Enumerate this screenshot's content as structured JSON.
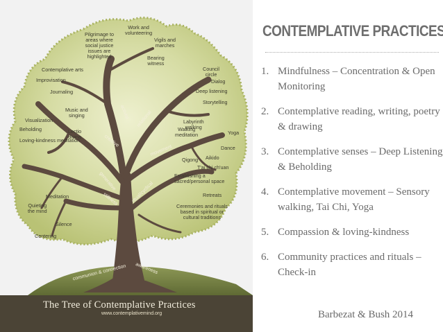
{
  "tree": {
    "labels": {
      "work": "Work and\nvolunteering",
      "pilgrimage": "Pilgrimage to\nareas where\nsocial justice\nissues are\nhighlighted",
      "vigils": "Vigils and\nmarches",
      "bearing": "Bearing\nwitness",
      "council": "Council\ncircle",
      "dialog": "Dialog",
      "deep_listening": "Deep listening",
      "storytelling": "Storytelling",
      "contemplative_arts": "Contemplative arts",
      "improvisation": "Improvisation",
      "journaling": "Journaling",
      "music": "Music and\nsinging",
      "visualization": "Visualization",
      "lectio": "Lectio\ndivina",
      "beholding": "Beholding",
      "loving_kindness": "Loving-kindness meditation",
      "labyrinth": "Labyrinth\nwalking",
      "walking_meditation": "Walking\nmeditation",
      "yoga": "Yoga",
      "dance": "Dance",
      "aikido": "Aikido",
      "qigong": "Qigong",
      "taichi": "T'ai chi ch'uan",
      "sacred_space": "Establishing a\nsacred/personal space",
      "retreats": "Retreats",
      "ceremonies": "Ceremonies and rituals\nbased in spiritual or\ncultural traditions",
      "meditation": "Meditation",
      "quieting": "Quieting\nthe mind",
      "silence": "Silence",
      "centering": "Centering"
    },
    "branch_labels": {
      "activist": "activist",
      "relational": "relational",
      "creative": "creative",
      "movement": "movement",
      "generative": "generative",
      "stillness": "stillness",
      "ritual": "ritual/cyclical",
      "communion": "communion & connection",
      "awareness": "awareness"
    },
    "caption_title": "The Tree of Contemplative Practices",
    "caption_url": "www.contemplativemind.org",
    "colors": {
      "canopy": "#cfd89b",
      "canopy_light": "#e3e7bd",
      "trunk": "#5c4a3f",
      "hill": "#7e8a4c",
      "caption_bg": "#4b4436"
    }
  },
  "slide": {
    "heading": "CONTEMPLATIVE PRACTICES",
    "items": [
      {
        "num": "1.",
        "text": "Mindfulness – Concentration & Open Monitoring"
      },
      {
        "num": "2.",
        "text": "Contemplative reading, writing, poetry & drawing"
      },
      {
        "num": "3.",
        "text": "Contemplative senses – Deep Listening & Beholding"
      },
      {
        "num": "4.",
        "text": "Contemplative movement – Sensory walking, Tai Chi, Yoga"
      },
      {
        "num": "5.",
        "text": "Compassion & loving-kindness"
      },
      {
        "num": "6.",
        "text": "Community practices and rituals – Check-in"
      }
    ],
    "citation": "Barbezat & Bush 2014"
  }
}
